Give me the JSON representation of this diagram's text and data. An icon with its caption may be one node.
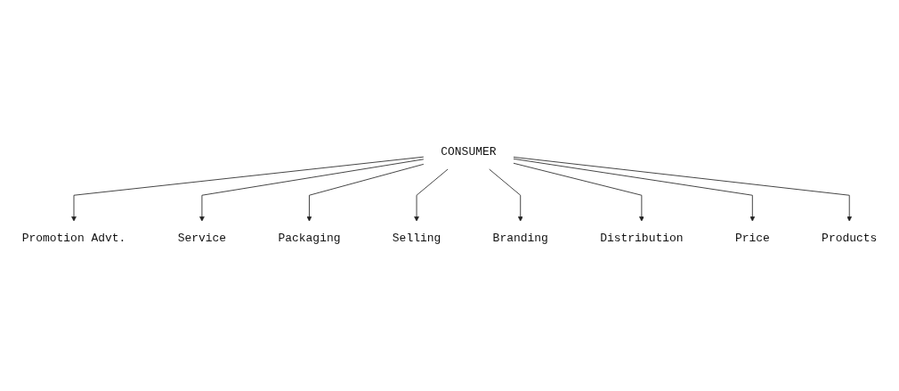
{
  "diagram": {
    "nodes": [
      {
        "text": [
          "Promotion Advt."
        ]
      },
      {
        "text": [
          "Service"
        ]
      },
      {
        "text": [
          "Packaging"
        ]
      },
      {
        "text": [
          "CONSUMER"
        ]
      },
      {
        "text": [
          "Selling"
        ]
      },
      {
        "text": [
          "Branding"
        ]
      },
      {
        "text": [
          "Distribution"
        ]
      },
      {
        "text": [
          "Price"
        ]
      },
      {
        "text": [
          "Products"
        ]
      }
    ],
    "edges": [
      {
        "from": 3,
        "to": 0,
        "arrow": "to"
      },
      {
        "from": 3,
        "to": 1,
        "arrow": "to"
      },
      {
        "from": 3,
        "to": 2,
        "arrow": "to"
      },
      {
        "from": 3,
        "to": 4,
        "arrow": "to"
      },
      {
        "from": 3,
        "to": 5,
        "arrow": "to"
      },
      {
        "from": 3,
        "to": 6,
        "arrow": "to"
      },
      {
        "from": 3,
        "to": 7,
        "arrow": "to"
      },
      {
        "from": 3,
        "to": 8,
        "arrow": "to"
      }
    ]
  }
}
